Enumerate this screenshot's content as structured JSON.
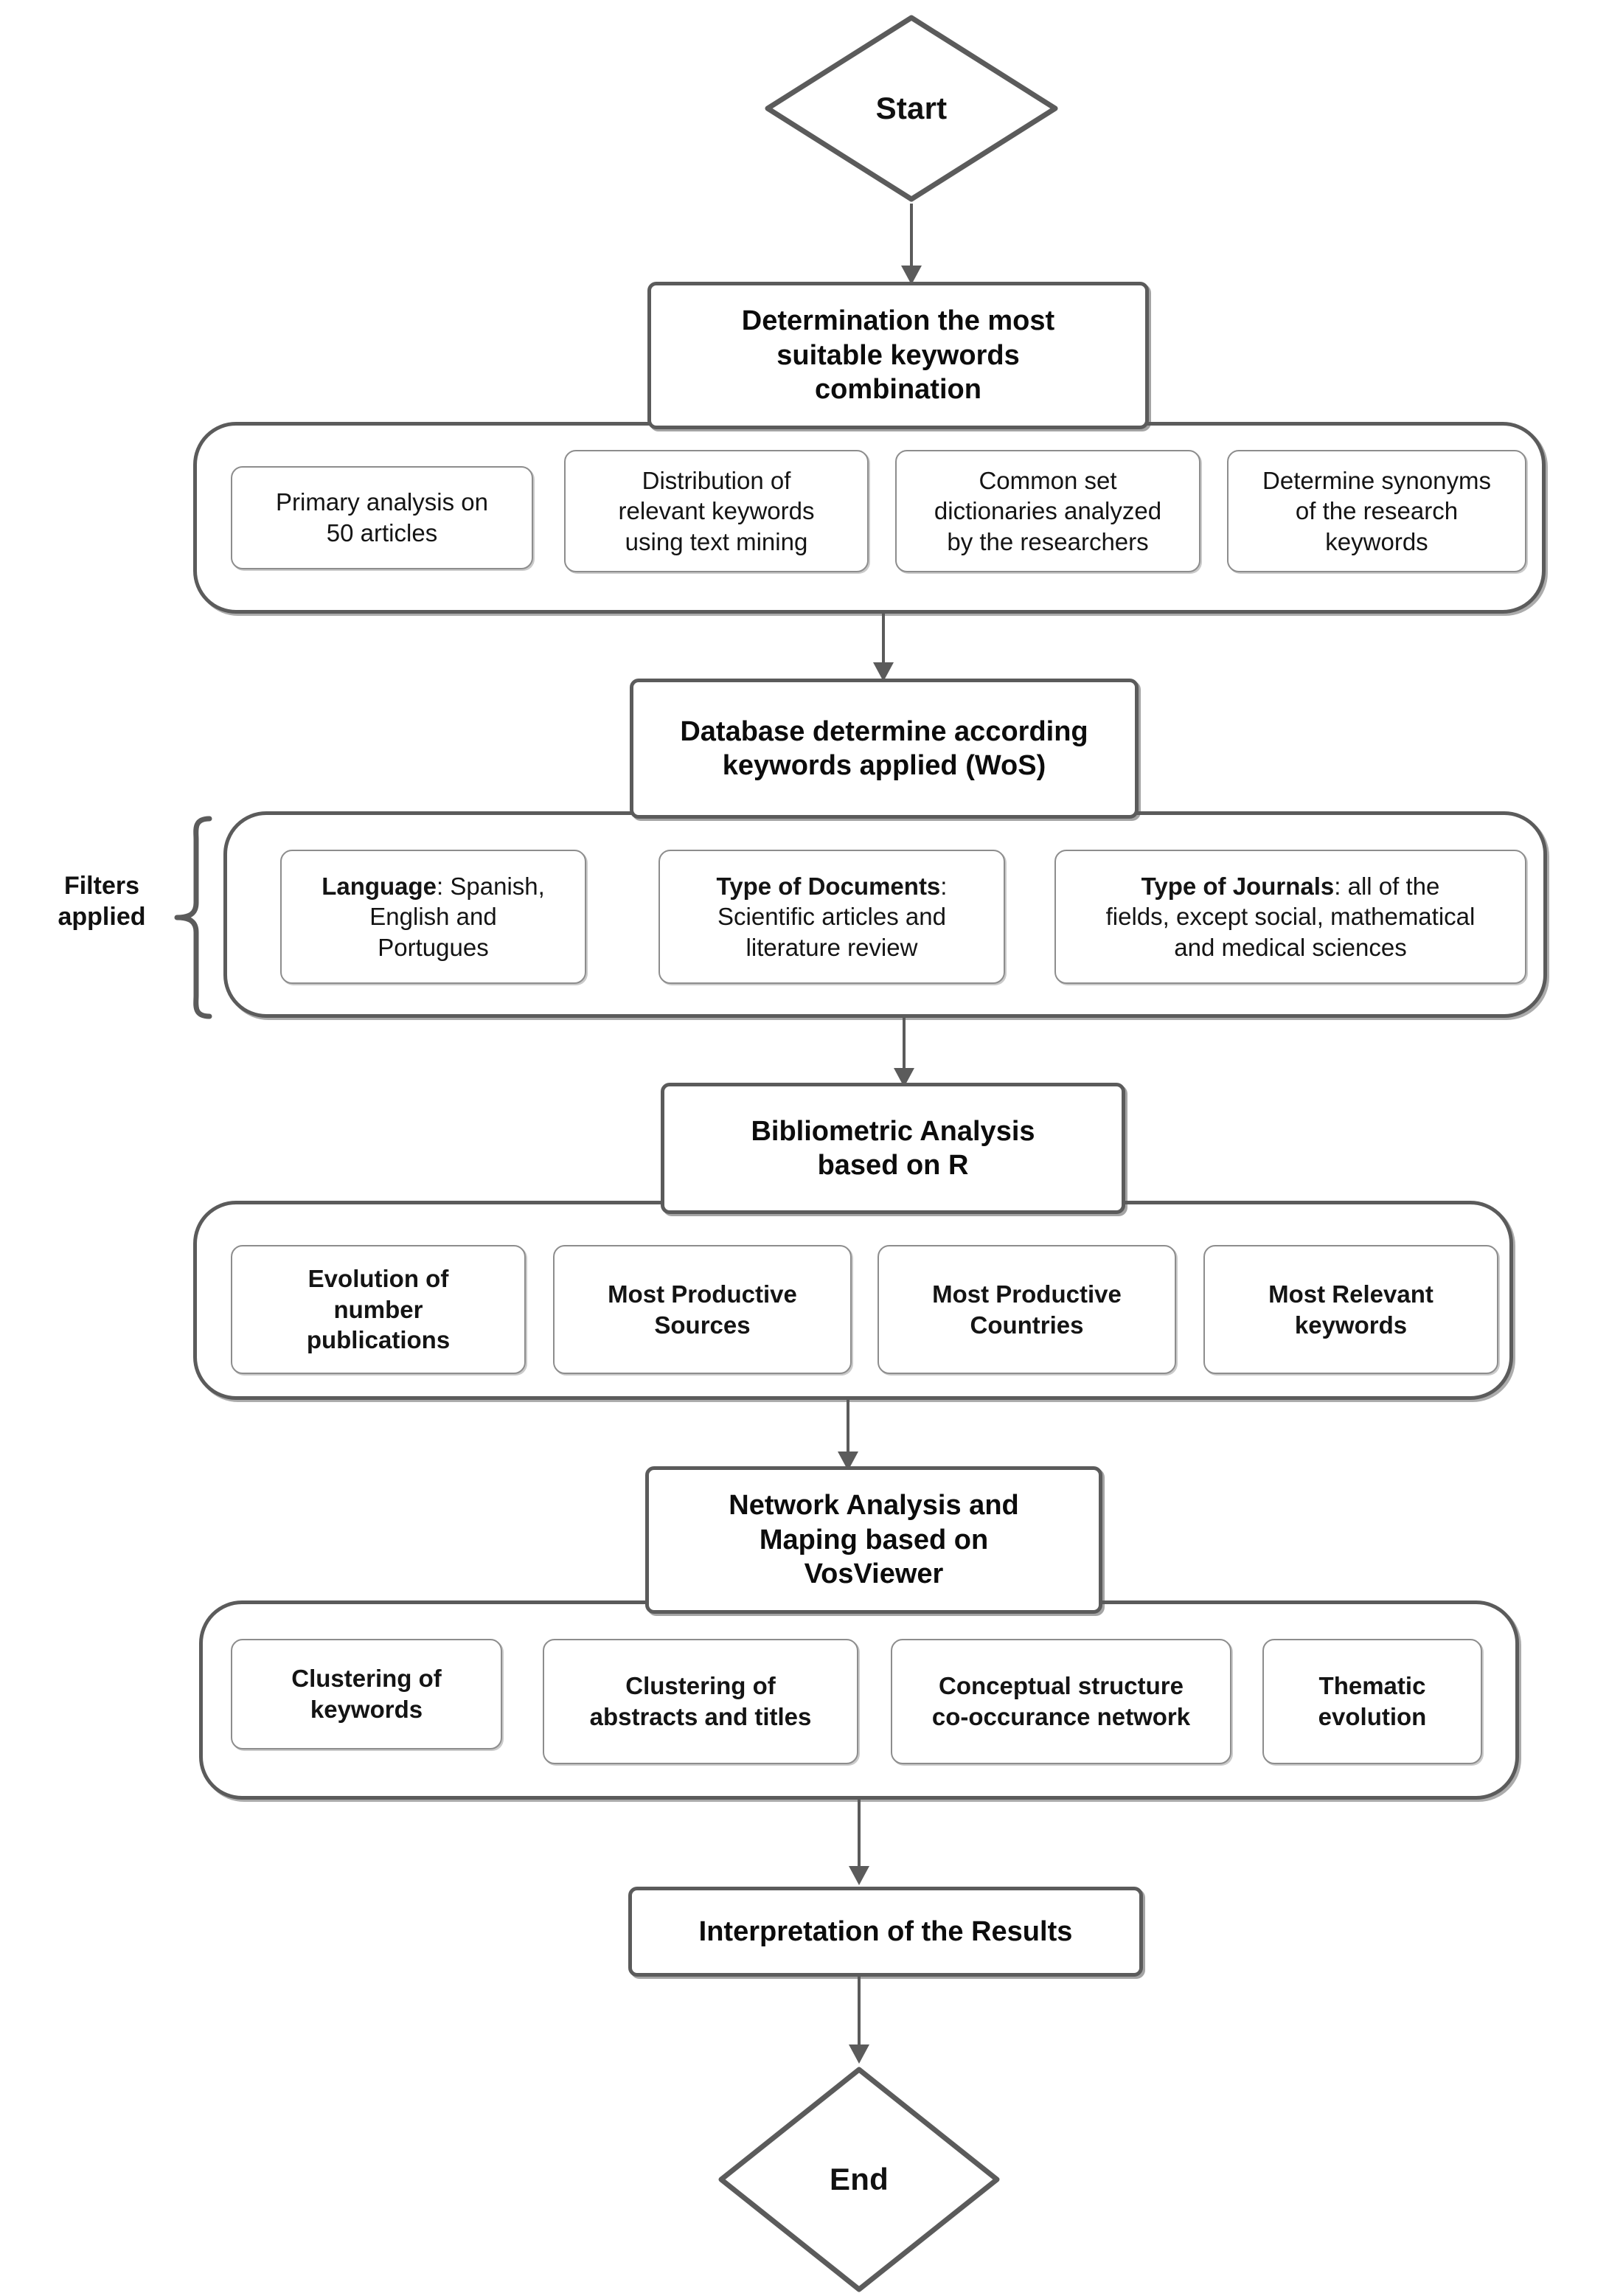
{
  "diagram": {
    "title": "Bibliometric research methodology flowchart",
    "colors": {
      "stroke": "#5b5b5b",
      "substroke": "#8d8d8d",
      "text": "#111111",
      "background": "#ffffff"
    },
    "start_node": {
      "label": "Start"
    },
    "end_node": {
      "label": "End"
    },
    "side_labels": {
      "filters_applied": "Filters\napplied"
    },
    "steps": [
      {
        "id": "keywords",
        "label": "Determination  the most\nsuitable keywords\ncombination",
        "children": [
          {
            "label": "Primary analysis on\n50 articles"
          },
          {
            "label": "Distribution of\nrelevant keywords\nusing text mining"
          },
          {
            "label": "Common set\ndictionaries analyzed\nby the researchers"
          },
          {
            "label": "Determine synonyms\nof the research\nkeywords"
          }
        ]
      },
      {
        "id": "database",
        "label": "Database determine according\nkeywords applied (WoS)",
        "children": [
          {
            "lead": "Language",
            "rest": ": Spanish,\nEnglish and\nPortugues"
          },
          {
            "lead": "Type of  Documents",
            "rest": ":\nScientific articles and\nliterature review"
          },
          {
            "lead": "Type of  Journals",
            "rest": ": all of the\nfields, except social, mathematical\nand medical sciences"
          }
        ]
      },
      {
        "id": "bibliometric",
        "label": "Bibliometric Analysis\nbased on R",
        "children": [
          {
            "label": "Evolution of\nnumber\npublications"
          },
          {
            "label": "Most Productive\nSources"
          },
          {
            "label": "Most Productive\nCountries"
          },
          {
            "label": "Most Relevant\nkeywords"
          }
        ]
      },
      {
        "id": "network",
        "label": "Network Analysis  and\nMaping based on\nVosViewer",
        "children": [
          {
            "label": "Clustering of\nkeywords"
          },
          {
            "label": "Clustering of\nabstracts and titles"
          },
          {
            "label": "Conceptual structure\nco-occurance network"
          },
          {
            "label": "Thematic\nevolution"
          }
        ]
      },
      {
        "id": "interpretation",
        "label": "Interpretation of the Results",
        "children": []
      }
    ]
  }
}
